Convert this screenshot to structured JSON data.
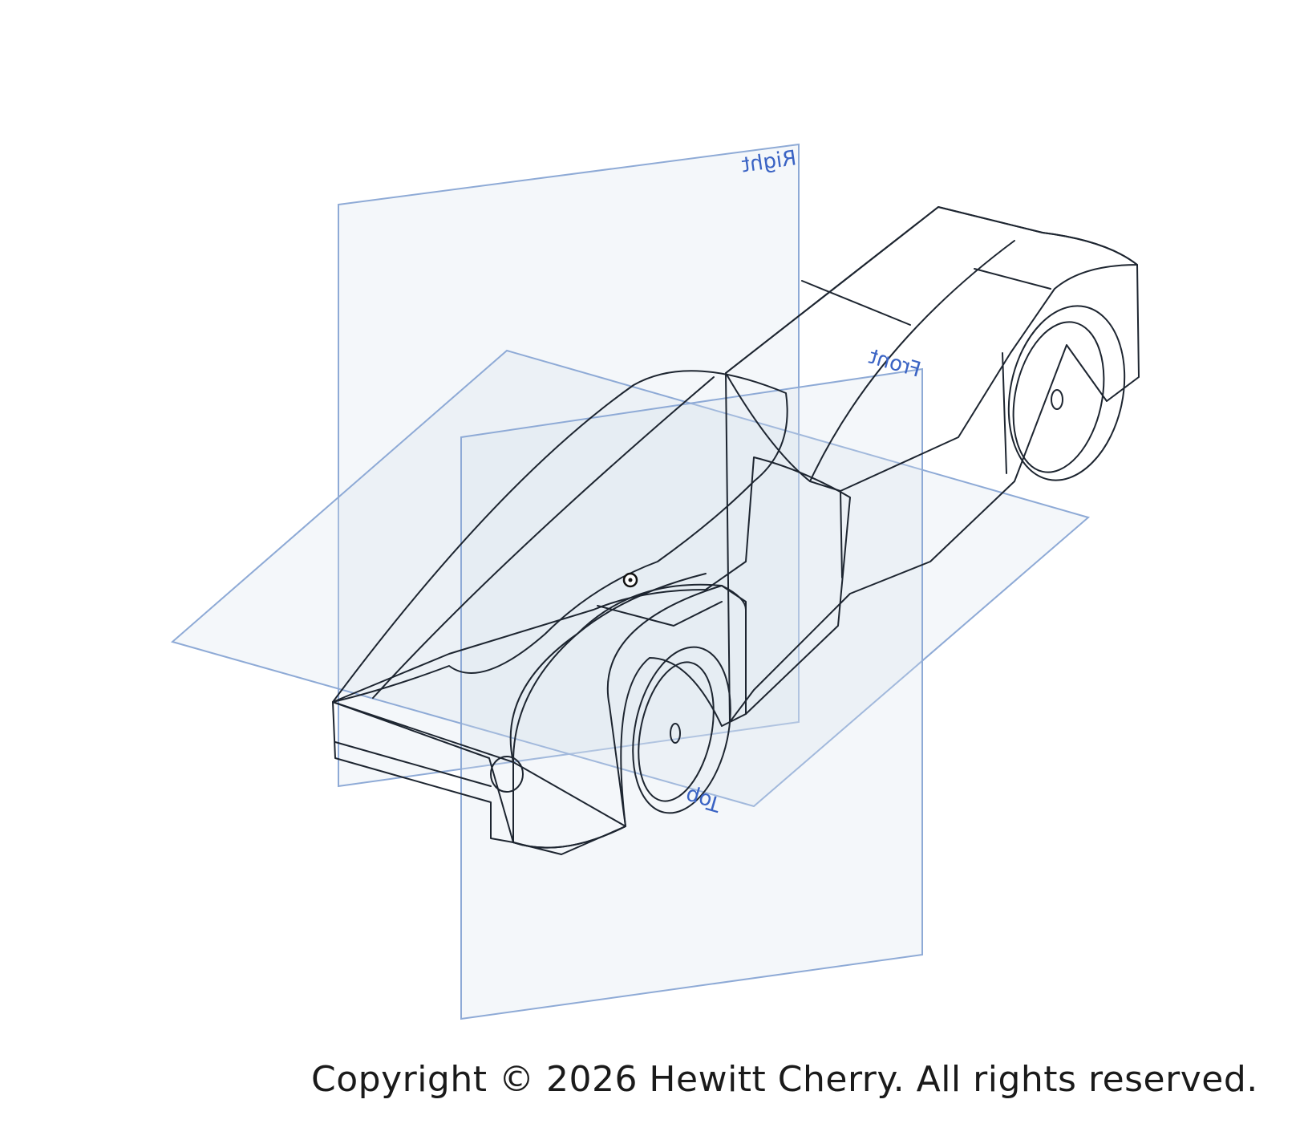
{
  "viewport": {
    "planes": [
      {
        "name": "Right"
      },
      {
        "name": "Front"
      },
      {
        "name": "Top"
      }
    ],
    "colors": {
      "body": "#95b7d3",
      "body_dark": "#5d7389",
      "edge": "#1d2530",
      "plane_stroke": "#8eaad6",
      "plane_label": "#3a63c4"
    },
    "origin_icon": "origin-point-icon"
  },
  "copyright": "Copyright © 2026 Hewitt Cherry. All rights reserved."
}
